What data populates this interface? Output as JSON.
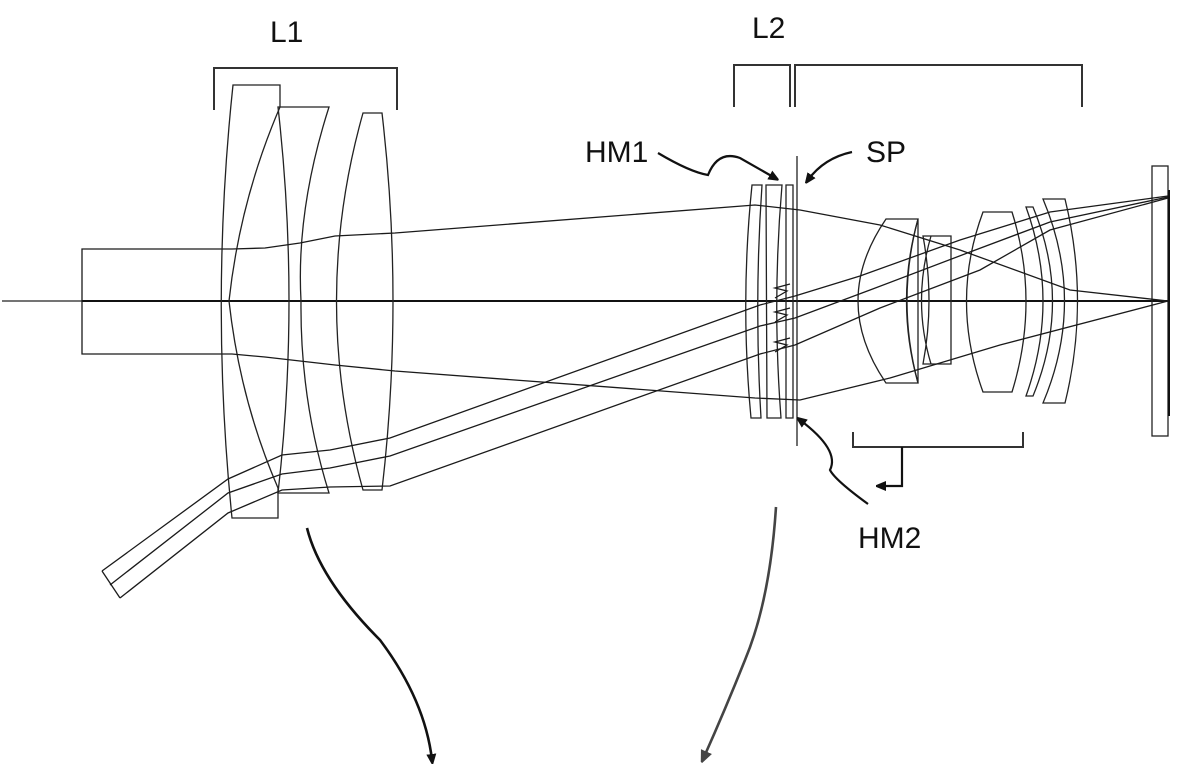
{
  "figure": {
    "type": "optical-lens-cross-section",
    "labels": {
      "l1": "L1",
      "l2": "L2",
      "hm1": "HM1",
      "hm2": "HM2",
      "sp": "SP"
    },
    "line_color": "#222222",
    "background": "#ffffff"
  }
}
